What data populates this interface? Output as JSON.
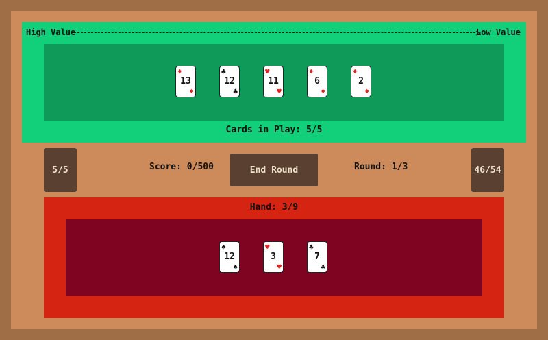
{
  "value_scale": {
    "high_label": "High Value",
    "low_label": "Low Value",
    "arrow": ">"
  },
  "play_area": {
    "count_label": "Cards in Play: 5/5",
    "cards": [
      {
        "value": "13",
        "suit": "♦",
        "suit_color": "red"
      },
      {
        "value": "12",
        "suit": "♣",
        "suit_color": "black"
      },
      {
        "value": "11",
        "suit": "♥",
        "suit_color": "red"
      },
      {
        "value": "6",
        "suit": "♦",
        "suit_color": "red"
      },
      {
        "value": "2",
        "suit": "♦",
        "suit_color": "red"
      }
    ]
  },
  "controls": {
    "left_pile": "5/5",
    "score": "Score: 0/500",
    "end_round": "End Round",
    "round": "Round: 1/3",
    "right_pile": "46/54"
  },
  "hand": {
    "label": "Hand: 3/9",
    "cards": [
      {
        "value": "12",
        "suit": "♠",
        "suit_color": "black"
      },
      {
        "value": "3",
        "suit": "♥",
        "suit_color": "red"
      },
      {
        "value": "7",
        "suit": "♣",
        "suit_color": "black"
      }
    ]
  },
  "colors": {
    "frame": "#a06e46",
    "board": "#cd8a5a",
    "play_area": "#12cf79",
    "play_inner": "#109a5a",
    "hand_area": "#d52412",
    "hand_inner": "#7e0421",
    "button": "#5a4030"
  }
}
